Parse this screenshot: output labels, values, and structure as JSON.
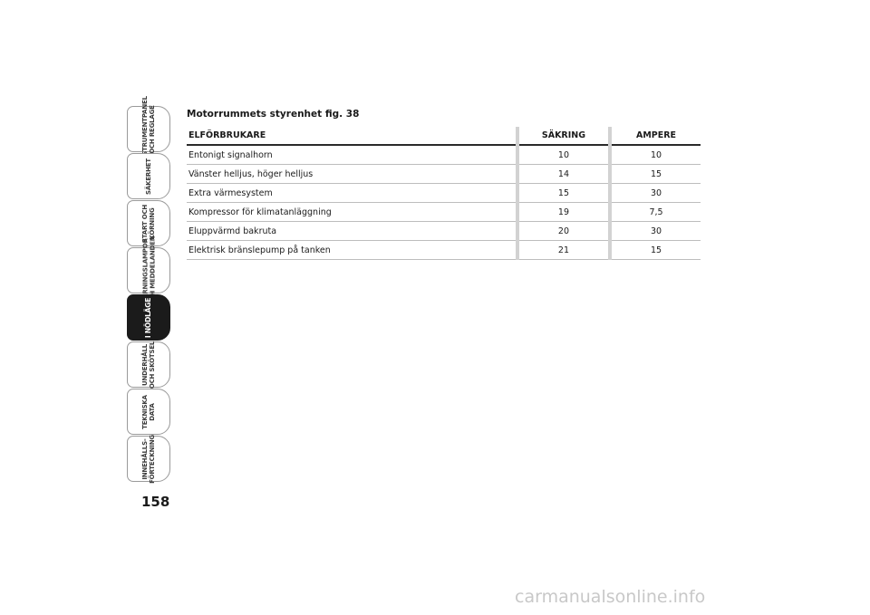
{
  "sidebar": {
    "tabs": [
      {
        "label": "INSTRUMENTPANEL\nOCH REGLAGE",
        "active": false
      },
      {
        "label": "SÄKERHET",
        "active": false
      },
      {
        "label": "START OCH\nKÖRNING",
        "active": false
      },
      {
        "label": "VARNINGSLAMPOR\nOCH MEDDELANDEN",
        "active": false
      },
      {
        "label": "I NÖDLÄGE",
        "active": true
      },
      {
        "label": "UNDERHÅLL\nOCH SKÖTSEL",
        "active": false
      },
      {
        "label": "TEKNISKA\nDATA",
        "active": false
      },
      {
        "label": "INNEHÅLLS-\nFÖRTECKNING",
        "active": false
      }
    ],
    "page_number": "158"
  },
  "content": {
    "title": "Motorrummets styrenhet fig. 38",
    "table": {
      "headers": [
        "ELFÖRBRUKARE",
        "SÄKRING",
        "AMPERE"
      ],
      "rows": [
        [
          "Entonigt signalhorn",
          "10",
          "10"
        ],
        [
          "Vänster helljus, höger helljus",
          "14",
          "15"
        ],
        [
          "Extra värmesystem",
          "15",
          "30"
        ],
        [
          "Kompressor för klimatanläggning",
          "19",
          "7,5"
        ],
        [
          "Eluppvärmd bakruta",
          "20",
          "30"
        ],
        [
          "Elektrisk bränslepump på tanken",
          "21",
          "15"
        ]
      ]
    }
  },
  "watermark": "carmanualsonline.info",
  "colors": {
    "active_tab": "#1b1b1b",
    "rule": "#2a2a2a",
    "column_divider": "#d2d2d2"
  }
}
